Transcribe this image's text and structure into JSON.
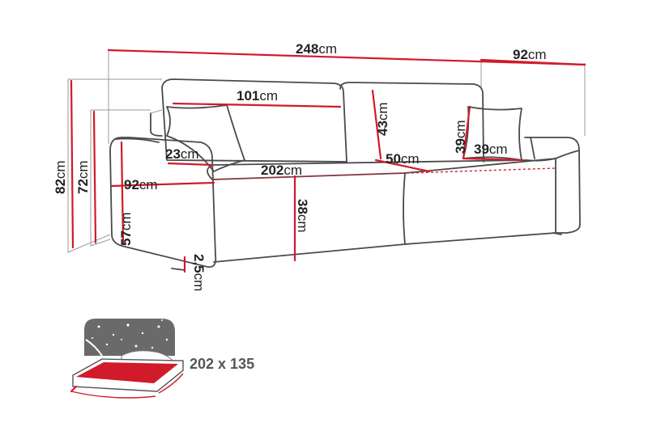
{
  "dimensions": {
    "width": {
      "num": "248",
      "unit": "cm"
    },
    "depth": {
      "num": "92",
      "unit": "cm"
    },
    "height": {
      "num": "82",
      "unit": "cm"
    },
    "back_height": {
      "num": "72",
      "unit": "cm"
    },
    "backrest_width": {
      "num": "101",
      "unit": "cm"
    },
    "backrest_height": {
      "num": "43",
      "unit": "cm"
    },
    "pillow_height": {
      "num": "39",
      "unit": "cm"
    },
    "pillow_width": {
      "num": "39",
      "unit": "cm"
    },
    "armrest_width": {
      "num": "23",
      "unit": "cm"
    },
    "seat_width": {
      "num": "202",
      "unit": "cm"
    },
    "seat_depth": {
      "num": "50",
      "unit": "cm"
    },
    "arm_depth": {
      "num": "92",
      "unit": "cm"
    },
    "arm_height": {
      "num": "57",
      "unit": "cm"
    },
    "seat_height": {
      "num": "38",
      "unit": "cm"
    },
    "leg_height": {
      "num": "2,5",
      "unit": "cm"
    }
  },
  "bed": {
    "size_label": "202 x 135",
    "icon": "sleeping-area-icon"
  },
  "colors": {
    "measure": "#d11a2a",
    "outline": "#4a4a4a",
    "night": "#555555"
  }
}
